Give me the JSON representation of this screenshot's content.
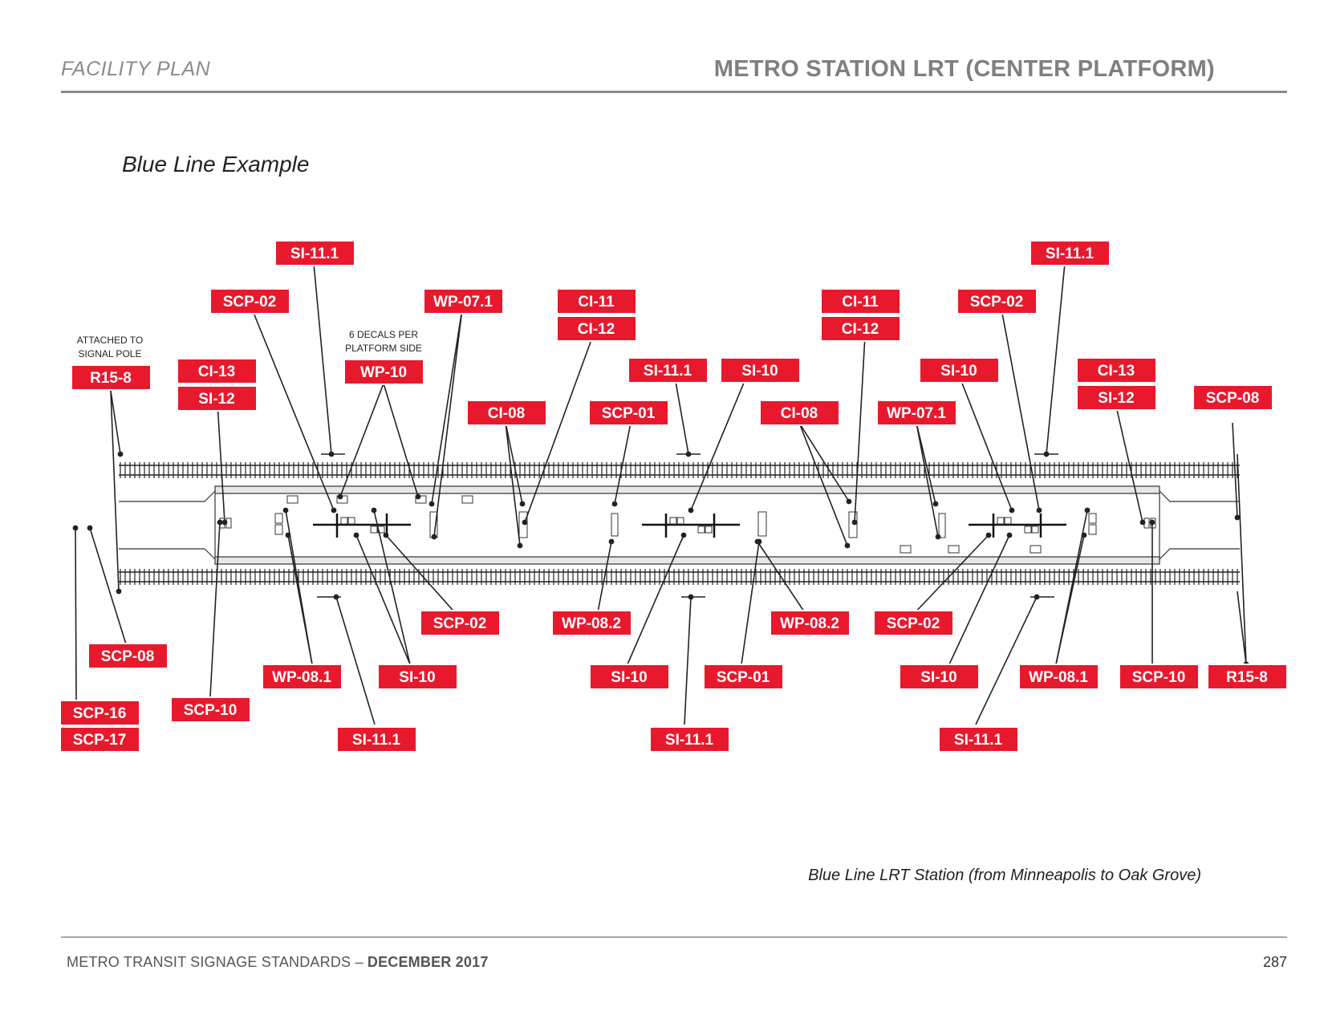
{
  "header": {
    "section": "FACILITY PLAN",
    "title": "METRO STATION LRT (CENTER PLATFORM)"
  },
  "diagram": {
    "title": "Blue Line Example",
    "caption": "Blue Line LRT Station (from Minneapolis to Oak Grove)",
    "notes": {
      "signal_pole_1": "ATTACHED TO",
      "signal_pole_2": "SIGNAL POLE",
      "decals_1": "6 DECALS PER",
      "decals_2": "PLATFORM SIDE"
    },
    "tags": [
      "SI-11.1",
      "SCP-02",
      "WP-07.1",
      "CI-11",
      "CI-12",
      "CI-11",
      "CI-12",
      "SCP-02",
      "SI-11.1",
      "R15-8",
      "CI-13",
      "SI-12",
      "WP-10",
      "SI-11.1",
      "SI-10",
      "SI-10",
      "CI-13",
      "SI-12",
      "SCP-08",
      "CI-08",
      "SCP-01",
      "CI-08",
      "WP-07.1",
      "SCP-02",
      "WP-08.2",
      "WP-08.2",
      "SCP-02",
      "SCP-08",
      "WP-08.1",
      "SI-10",
      "SI-10",
      "SCP-01",
      "SI-10",
      "WP-08.1",
      "SCP-10",
      "R15-8",
      "SCP-16",
      "SCP-10",
      "SCP-17",
      "SI-11.1",
      "SI-11.1",
      "SI-11.1"
    ]
  },
  "footer": {
    "publication": "METRO TRANSIT SIGNAGE STANDARDS",
    "separator": " – ",
    "date": "DECEMBER 2017",
    "page": "287"
  },
  "colors": {
    "tag_fill": "#e8192c",
    "header_gray": "#7f7f7f"
  }
}
